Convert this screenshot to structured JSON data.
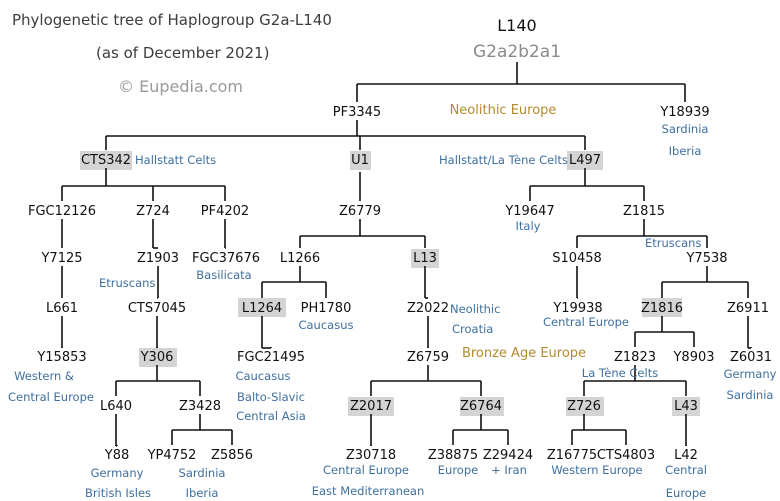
{
  "header": {
    "title": "Phylogenetic tree of Haplogroup G2a-L140",
    "date": "(as of December 2021)",
    "credit": "© Eupedia.com"
  },
  "root": {
    "label": "L140",
    "sublabel": "G2a2b2a1"
  },
  "colors": {
    "text": "#111111",
    "line": "#111111",
    "blue": "#3f6f9f",
    "gold": "#b38a2e",
    "subtitle": "#8a8a8a",
    "credit": "#9a9a9a",
    "highlight": "#d4d4d4"
  },
  "nodes": [
    {
      "id": "pf3345",
      "label": "PF3345"
    },
    {
      "id": "y18939",
      "label": "Y18939"
    },
    {
      "id": "cts342",
      "label": "CTS342",
      "hl": true
    },
    {
      "id": "u1",
      "label": "U1",
      "hl": true
    },
    {
      "id": "l497",
      "label": "L497",
      "hl": true
    },
    {
      "id": "fgc12126",
      "label": "FGC12126"
    },
    {
      "id": "z724",
      "label": "Z724"
    },
    {
      "id": "pf4202",
      "label": "PF4202"
    },
    {
      "id": "z6779",
      "label": "Z6779"
    },
    {
      "id": "y19647",
      "label": "Y19647"
    },
    {
      "id": "z1815",
      "label": "Z1815"
    },
    {
      "id": "y7125",
      "label": "Y7125"
    },
    {
      "id": "z1903",
      "label": "Z1903"
    },
    {
      "id": "fgc37676",
      "label": "FGC37676"
    },
    {
      "id": "l1266",
      "label": "L1266"
    },
    {
      "id": "l13",
      "label": "L13",
      "hl": true
    },
    {
      "id": "s10458",
      "label": "S10458"
    },
    {
      "id": "y7538",
      "label": "Y7538"
    },
    {
      "id": "l661",
      "label": "L661"
    },
    {
      "id": "cts7045",
      "label": "CTS7045"
    },
    {
      "id": "l1264",
      "label": "L1264",
      "hl": true
    },
    {
      "id": "ph1780",
      "label": "PH1780"
    },
    {
      "id": "z2022",
      "label": "Z2022"
    },
    {
      "id": "y19938",
      "label": "Y19938"
    },
    {
      "id": "z1816",
      "label": "Z1816",
      "hl": true
    },
    {
      "id": "z6911",
      "label": "Z6911"
    },
    {
      "id": "y15853",
      "label": "Y15853"
    },
    {
      "id": "y306",
      "label": "Y306",
      "hl": true
    },
    {
      "id": "fgc21495",
      "label": "FGC21495"
    },
    {
      "id": "z6759",
      "label": "Z6759"
    },
    {
      "id": "z1823",
      "label": "Z1823"
    },
    {
      "id": "y8903",
      "label": "Y8903"
    },
    {
      "id": "z6031",
      "label": "Z6031"
    },
    {
      "id": "l640",
      "label": "L640"
    },
    {
      "id": "z3428",
      "label": "Z3428"
    },
    {
      "id": "z2017",
      "label": "Z2017",
      "hl": true
    },
    {
      "id": "z6764",
      "label": "Z6764",
      "hl": true
    },
    {
      "id": "z726",
      "label": "Z726",
      "hl": true
    },
    {
      "id": "l43",
      "label": "L43",
      "hl": true
    },
    {
      "id": "y88",
      "label": "Y88"
    },
    {
      "id": "yp4752",
      "label": "YP4752"
    },
    {
      "id": "z5856",
      "label": "Z5856"
    },
    {
      "id": "z30718",
      "label": "Z30718"
    },
    {
      "id": "z38875",
      "label": "Z38875"
    },
    {
      "id": "z29424",
      "label": "Z29424"
    },
    {
      "id": "z16775",
      "label": "Z16775"
    },
    {
      "id": "cts4803",
      "label": "CTS4803"
    },
    {
      "id": "l42",
      "label": "L42"
    }
  ],
  "annotations": [
    {
      "id": "neolithic-europe",
      "text": "Neolithic Europe",
      "color": "gold"
    },
    {
      "id": "sardinia-1",
      "text": "Sardinia",
      "color": "blue"
    },
    {
      "id": "iberia-1",
      "text": "Iberia",
      "color": "blue"
    },
    {
      "id": "hallstatt-celts",
      "text": "Hallstatt Celts",
      "color": "blue"
    },
    {
      "id": "hallstatt-la-tene",
      "text": "Hallstatt/La Tène Celts",
      "color": "blue"
    },
    {
      "id": "italy",
      "text": "Italy",
      "color": "blue"
    },
    {
      "id": "etruscans-1",
      "text": "Etruscans",
      "color": "blue"
    },
    {
      "id": "etruscans-2",
      "text": "Etruscans",
      "color": "blue"
    },
    {
      "id": "basilicata",
      "text": "Basilicata",
      "color": "blue"
    },
    {
      "id": "caucasus-1",
      "text": "Caucasus",
      "color": "blue"
    },
    {
      "id": "neolithic",
      "text": "Neolithic",
      "color": "blue"
    },
    {
      "id": "croatia",
      "text": "Croatia",
      "color": "blue"
    },
    {
      "id": "central-europe-1",
      "text": "Central Europe",
      "color": "blue"
    },
    {
      "id": "bronze-age-europe",
      "text": "Bronze Age Europe",
      "color": "gold"
    },
    {
      "id": "western-and",
      "text": "Western &",
      "color": "blue"
    },
    {
      "id": "central-europe-2",
      "text": "Central Europe",
      "color": "blue"
    },
    {
      "id": "caucasus-2",
      "text": "Caucasus",
      "color": "blue"
    },
    {
      "id": "balto-slavic",
      "text": "Balto-Slavic",
      "color": "blue"
    },
    {
      "id": "central-asia",
      "text": "Central Asia",
      "color": "blue"
    },
    {
      "id": "la-tene-celts",
      "text": "La Tène Celts",
      "color": "blue"
    },
    {
      "id": "germany-1",
      "text": "Germany",
      "color": "blue"
    },
    {
      "id": "sardinia-2",
      "text": "Sardinia",
      "color": "blue"
    },
    {
      "id": "germany-2",
      "text": "Germany",
      "color": "blue"
    },
    {
      "id": "british-isles",
      "text": "British Isles",
      "color": "blue"
    },
    {
      "id": "sardinia-3",
      "text": "Sardinia",
      "color": "blue"
    },
    {
      "id": "iberia-2",
      "text": "Iberia",
      "color": "blue"
    },
    {
      "id": "central-europe-3",
      "text": "Central Europe",
      "color": "blue"
    },
    {
      "id": "east-mediterranean",
      "text": "East Mediterranean",
      "color": "blue"
    },
    {
      "id": "europe-1",
      "text": "Europe",
      "color": "blue"
    },
    {
      "id": "plus-iran",
      "text": "+ Iran",
      "color": "blue"
    },
    {
      "id": "western-europe",
      "text": "Western Europe",
      "color": "blue"
    },
    {
      "id": "central",
      "text": "Central",
      "color": "blue"
    },
    {
      "id": "europe-2",
      "text": "Europe",
      "color": "blue"
    }
  ]
}
